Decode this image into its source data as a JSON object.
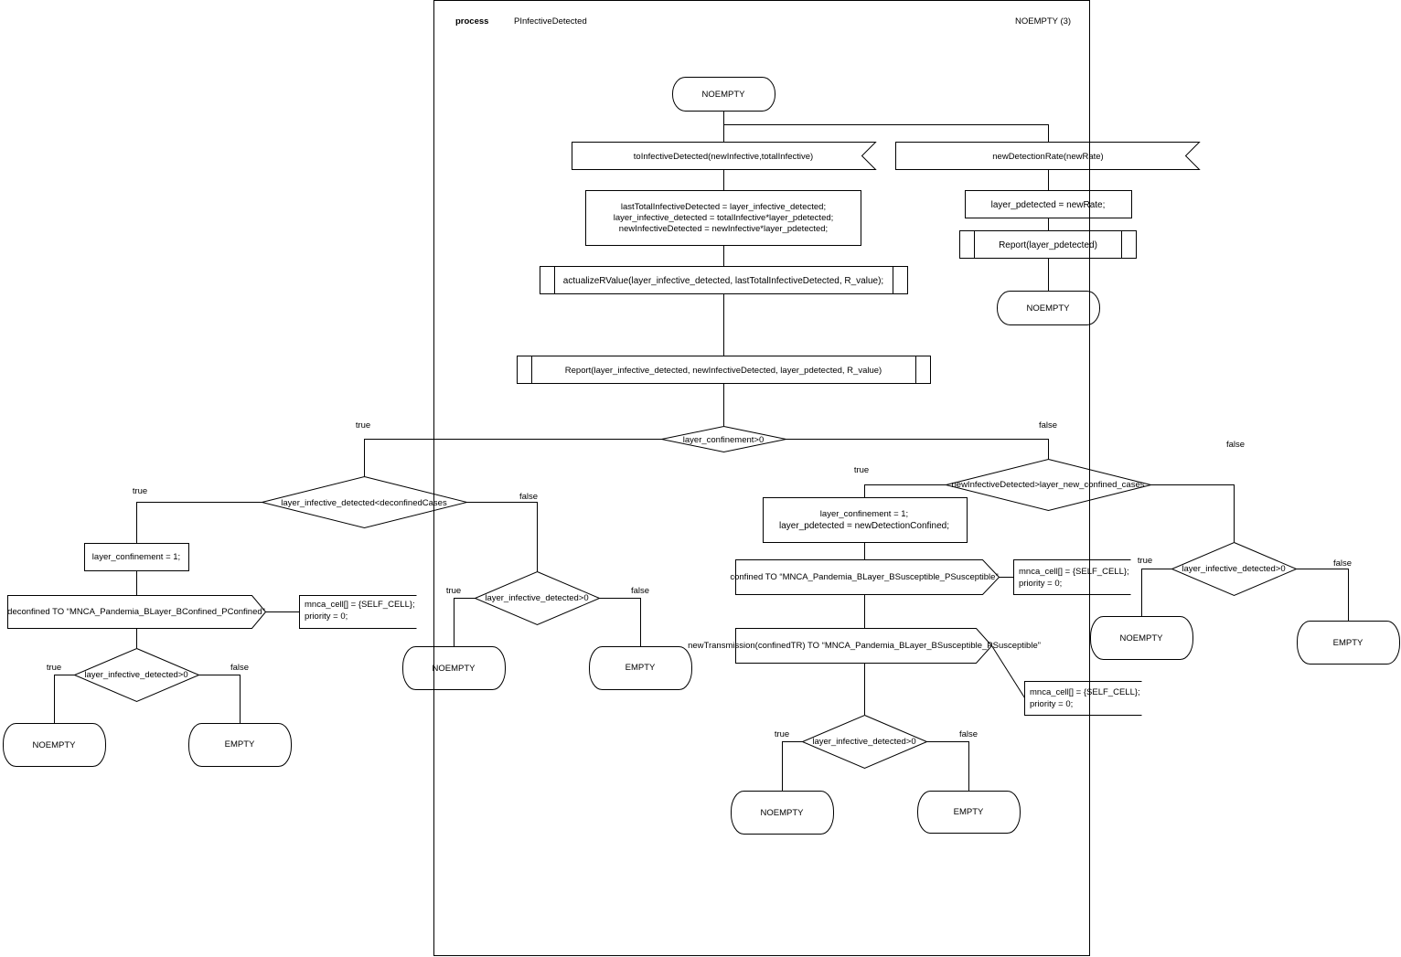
{
  "header": {
    "keyword": "process",
    "name": "PInfectiveDetected",
    "page": "NOEMPTY (3)"
  },
  "labels": {
    "true": "true",
    "false": "false"
  },
  "main": {
    "start_state": "NOEMPTY",
    "input_infective": "toInfectiveDetected(newInfective,totalInfective)",
    "task_update": [
      "lastTotalInfectiveDetected = layer_infective_detected;",
      "layer_infective_detected = totalInfective*layer_pdetected;",
      "newInfectiveDetected = newInfective*layer_pdetected;"
    ],
    "call_actualize": "actualizeRValue(layer_infective_detected, lastTotalInfectiveDetected, R_value);",
    "call_report": "Report(layer_infective_detected, newInfectiveDetected, layer_pdetected, R_value)",
    "decision_confinement": "layer_confinement>0"
  },
  "rate_branch": {
    "input": "newDetectionRate(newRate)",
    "task": "layer_pdetected = newRate;",
    "call": "Report(layer_pdetected)",
    "state": "NOEMPTY"
  },
  "confined_branch": {
    "decision": "layer_infective_detected<deconfinedCases",
    "task": "layer_confinement = 1;",
    "output": "deconfined TO “MNCA_Pandemia_BLayer_BConfined_PConfined”",
    "comment": [
      "mnca_cell[] = {SELF_CELL};",
      "priority = 0;"
    ],
    "decision_detected": "layer_infective_detected>0",
    "state_true": "NOEMPTY",
    "state_false": "EMPTY",
    "else_decision": "layer_infective_detected>0",
    "else_state_true": "NOEMPTY",
    "else_state_false": "EMPTY"
  },
  "unconfined_branch": {
    "decision": "newInfectiveDetected>layer_new_confined_cases",
    "task": [
      "layer_confinement = 1;",
      "layer_pdetected = newDetectionConfined;"
    ],
    "output_confined": "confined TO “MNCA_Pandemia_BLayer_BSusceptible_PSusceptible”",
    "comment_confined": [
      "mnca_cell[] = {SELF_CELL};",
      "priority = 0;"
    ],
    "output_transmission": "newTransmission(confinedTR) TO “MNCA_Pandemia_BLayer_BSusceptible_PSusceptible”",
    "comment_transmission": [
      "mnca_cell[] = {SELF_CELL};",
      "priority = 0;"
    ],
    "decision_detected": "layer_infective_detected>0",
    "state_true": "NOEMPTY",
    "state_false": "EMPTY",
    "else_decision": "layer_infective_detected>0",
    "else_state_true": "NOEMPTY",
    "else_state_false": "EMPTY"
  }
}
